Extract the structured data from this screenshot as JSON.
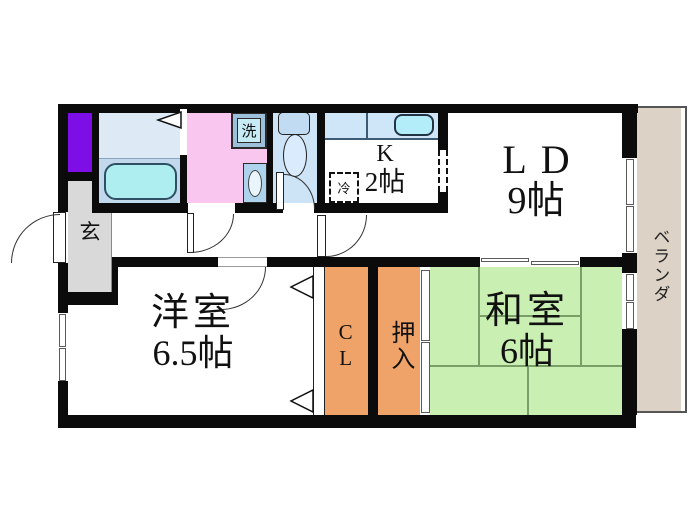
{
  "plan_type": "apartment-floor-plan",
  "rooms": {
    "entrance": {
      "label": "玄"
    },
    "kitchen": {
      "name": "K",
      "size": "2帖"
    },
    "living_dining": {
      "name": "LD",
      "size": "9帖"
    },
    "western_room": {
      "name": "洋室",
      "size": "6.5帖"
    },
    "japanese_room": {
      "name": "和室",
      "size": "6帖"
    },
    "closet": {
      "label": "CL"
    },
    "oshiire": {
      "label": "押入"
    },
    "veranda": {
      "label": "ベランダ"
    }
  },
  "fixtures": {
    "washing_machine": {
      "label": "洗"
    },
    "refrigerator": {
      "label": "冷"
    }
  },
  "colors": {
    "wall": "#0b0b0b",
    "closet_orange": "#f0a368",
    "tatami_green": "#c9f0b2",
    "tatami_line": "#7a9e68",
    "veranda_beige": "#dcd2c5",
    "entrance_gray": "#d9d9d9",
    "washroom_pink": "#f8c6ef",
    "bath_blue": "#c2d8ec",
    "bathtub_cyan": "#aeeef0",
    "toilet_blue": "#cde3f6",
    "counter_blue": "#cfe6f8",
    "cabinet_purple": "#7e0ee6"
  }
}
